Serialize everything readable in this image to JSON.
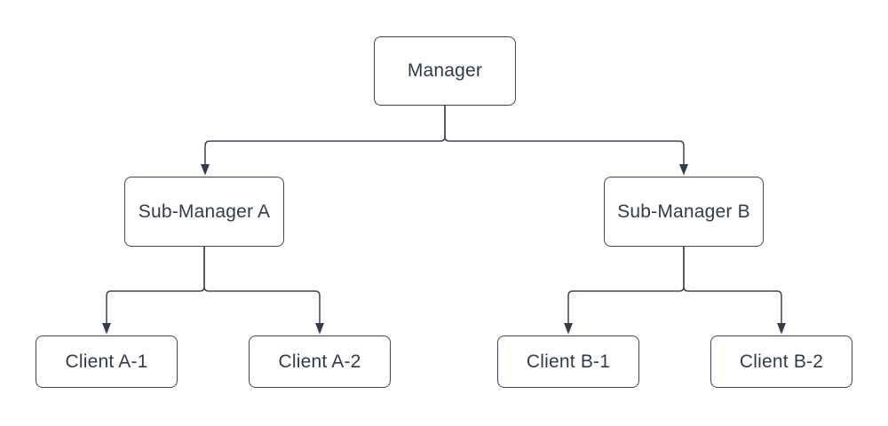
{
  "diagram": {
    "type": "tree",
    "description": "Hierarchy diagram: one manager, two sub-managers, four clients",
    "nodes": [
      {
        "id": "manager",
        "label": "Manager",
        "level": 1
      },
      {
        "id": "sub-manager-a",
        "label": "Sub-Manager A",
        "level": 2
      },
      {
        "id": "sub-manager-b",
        "label": "Sub-Manager B",
        "level": 2
      },
      {
        "id": "client-a-1",
        "label": "Client A-1",
        "level": 3
      },
      {
        "id": "client-a-2",
        "label": "Client A-2",
        "level": 3
      },
      {
        "id": "client-b-1",
        "label": "Client B-1",
        "level": 3
      },
      {
        "id": "client-b-2",
        "label": "Client B-2",
        "level": 3
      }
    ],
    "edges": [
      {
        "from": "manager",
        "to": "sub-manager-a",
        "arrow": "solid-triangle"
      },
      {
        "from": "manager",
        "to": "sub-manager-b",
        "arrow": "solid-triangle"
      },
      {
        "from": "sub-manager-a",
        "to": "client-a-1",
        "arrow": "solid-triangle"
      },
      {
        "from": "sub-manager-a",
        "to": "client-a-2",
        "arrow": "solid-triangle"
      },
      {
        "from": "sub-manager-b",
        "to": "client-b-1",
        "arrow": "solid-triangle"
      },
      {
        "from": "sub-manager-b",
        "to": "client-b-2",
        "arrow": "solid-triangle"
      }
    ],
    "colors": {
      "background": "#ffffff",
      "node_fill": "#ffffff",
      "node_border": "#3f4555",
      "connector": "#3f4555",
      "arrowhead": "#343b49",
      "text": "#333a48"
    }
  }
}
